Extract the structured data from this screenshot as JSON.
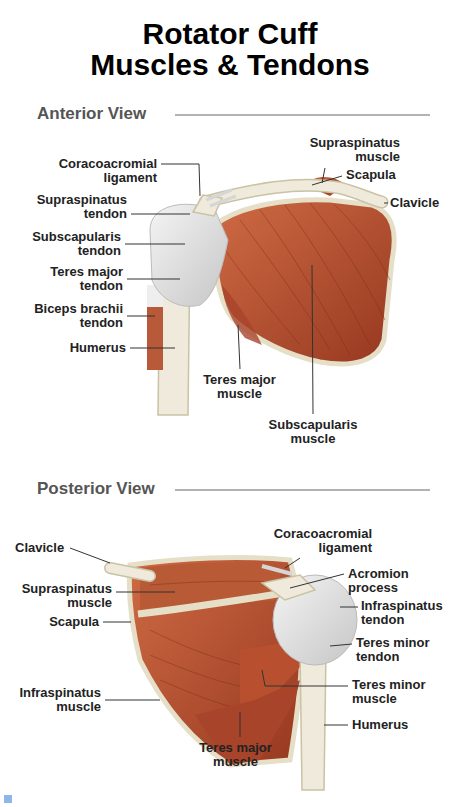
{
  "diagram": {
    "title": "Rotator Cuff Muscles & Tendons",
    "labels": [
      "Anterior View",
      "Supraspinatus muscle",
      "Coracoacromial ligament",
      "Scapula",
      "Clavicle",
      "Supraspinatus tendon",
      "Subscapularis tendon",
      "Teres major tendon",
      "Biceps brachii tendon",
      "Humerus",
      "Teres major muscle",
      "Subscapularis muscle",
      "Posterior View",
      "Clavicle",
      "Coracoacromial ligament",
      "Supraspinatus muscle",
      "Acromion process",
      "Scapula",
      "Infraspinatus tendon",
      "Teres minor tendon",
      "Infraspinatus muscle",
      "Teres minor muscle",
      "Humerus",
      "Teres major muscle"
    ]
  }
}
